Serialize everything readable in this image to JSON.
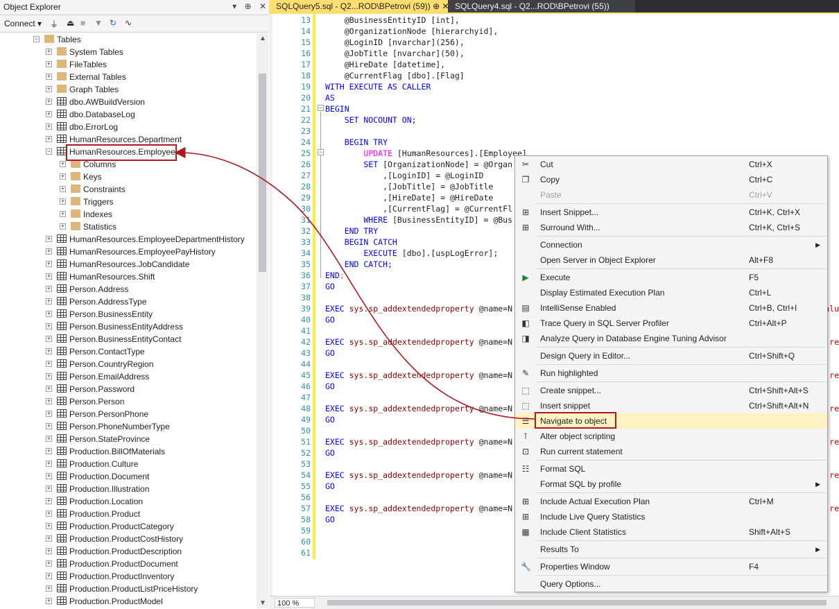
{
  "object_explorer": {
    "title": "Object Explorer",
    "title_buttons": [
      "▾",
      "⊕",
      "✕"
    ],
    "toolbar": {
      "connect_label": "Connect ▾"
    },
    "tree": [
      {
        "label": "Tables",
        "type": "folder",
        "level": 0,
        "state": "expanded"
      },
      {
        "label": "System Tables",
        "type": "folder",
        "level": 1,
        "state": "collapsed"
      },
      {
        "label": "FileTables",
        "type": "folder",
        "level": 1,
        "state": "collapsed"
      },
      {
        "label": "External Tables",
        "type": "folder",
        "level": 1,
        "state": "collapsed"
      },
      {
        "label": "Graph Tables",
        "type": "folder",
        "level": 1,
        "state": "collapsed"
      },
      {
        "label": "dbo.AWBuildVersion",
        "type": "table",
        "level": 1,
        "state": "collapsed"
      },
      {
        "label": "dbo.DatabaseLog",
        "type": "table",
        "level": 1,
        "state": "collapsed"
      },
      {
        "label": "dbo.ErrorLog",
        "type": "table",
        "level": 1,
        "state": "collapsed"
      },
      {
        "label": "HumanResources.Department",
        "type": "table",
        "level": 1,
        "state": "collapsed"
      },
      {
        "label": "HumanResources.Employee",
        "type": "table",
        "level": 1,
        "state": "expanded",
        "highlighted": true
      },
      {
        "label": "Columns",
        "type": "folder",
        "level": 2,
        "state": "collapsed"
      },
      {
        "label": "Keys",
        "type": "folder",
        "level": 2,
        "state": "collapsed"
      },
      {
        "label": "Constraints",
        "type": "folder",
        "level": 2,
        "state": "collapsed"
      },
      {
        "label": "Triggers",
        "type": "folder",
        "level": 2,
        "state": "collapsed"
      },
      {
        "label": "Indexes",
        "type": "folder",
        "level": 2,
        "state": "collapsed"
      },
      {
        "label": "Statistics",
        "type": "folder",
        "level": 2,
        "state": "collapsed"
      },
      {
        "label": "HumanResources.EmployeeDepartmentHistory",
        "type": "table",
        "level": 1,
        "state": "collapsed"
      },
      {
        "label": "HumanResources.EmployeePayHistory",
        "type": "table",
        "level": 1,
        "state": "collapsed"
      },
      {
        "label": "HumanResources.JobCandidate",
        "type": "table",
        "level": 1,
        "state": "collapsed"
      },
      {
        "label": "HumanResources.Shift",
        "type": "table",
        "level": 1,
        "state": "collapsed"
      },
      {
        "label": "Person.Address",
        "type": "table",
        "level": 1,
        "state": "collapsed"
      },
      {
        "label": "Person.AddressType",
        "type": "table",
        "level": 1,
        "state": "collapsed"
      },
      {
        "label": "Person.BusinessEntity",
        "type": "table",
        "level": 1,
        "state": "collapsed"
      },
      {
        "label": "Person.BusinessEntityAddress",
        "type": "table",
        "level": 1,
        "state": "collapsed"
      },
      {
        "label": "Person.BusinessEntityContact",
        "type": "table",
        "level": 1,
        "state": "collapsed"
      },
      {
        "label": "Person.ContactType",
        "type": "table",
        "level": 1,
        "state": "collapsed"
      },
      {
        "label": "Person.CountryRegion",
        "type": "table",
        "level": 1,
        "state": "collapsed"
      },
      {
        "label": "Person.EmailAddress",
        "type": "table",
        "level": 1,
        "state": "collapsed"
      },
      {
        "label": "Person.Password",
        "type": "table",
        "level": 1,
        "state": "collapsed"
      },
      {
        "label": "Person.Person",
        "type": "table",
        "level": 1,
        "state": "collapsed"
      },
      {
        "label": "Person.PersonPhone",
        "type": "table",
        "level": 1,
        "state": "collapsed"
      },
      {
        "label": "Person.PhoneNumberType",
        "type": "table",
        "level": 1,
        "state": "collapsed"
      },
      {
        "label": "Person.StateProvince",
        "type": "table",
        "level": 1,
        "state": "collapsed"
      },
      {
        "label": "Production.BillOfMaterials",
        "type": "table",
        "level": 1,
        "state": "collapsed"
      },
      {
        "label": "Production.Culture",
        "type": "table",
        "level": 1,
        "state": "collapsed"
      },
      {
        "label": "Production.Document",
        "type": "table",
        "level": 1,
        "state": "collapsed"
      },
      {
        "label": "Production.Illustration",
        "type": "table",
        "level": 1,
        "state": "collapsed"
      },
      {
        "label": "Production.Location",
        "type": "table",
        "level": 1,
        "state": "collapsed"
      },
      {
        "label": "Production.Product",
        "type": "table",
        "level": 1,
        "state": "collapsed"
      },
      {
        "label": "Production.ProductCategory",
        "type": "table",
        "level": 1,
        "state": "collapsed"
      },
      {
        "label": "Production.ProductCostHistory",
        "type": "table",
        "level": 1,
        "state": "collapsed"
      },
      {
        "label": "Production.ProductDescription",
        "type": "table",
        "level": 1,
        "state": "collapsed"
      },
      {
        "label": "Production.ProductDocument",
        "type": "table",
        "level": 1,
        "state": "collapsed"
      },
      {
        "label": "Production.ProductInventory",
        "type": "table",
        "level": 1,
        "state": "collapsed"
      },
      {
        "label": "Production.ProductListPriceHistory",
        "type": "table",
        "level": 1,
        "state": "collapsed"
      },
      {
        "label": "Production.ProductModel",
        "type": "table",
        "level": 1,
        "state": "collapsed"
      }
    ]
  },
  "editor": {
    "tabs": [
      {
        "label": "SQLQuery5.sql - Q2...ROD\\BPetrovi (59))  ⊕  ✕",
        "active": true
      },
      {
        "label": "SQLQuery4.sql - Q2...ROD\\BPetrovi (55))",
        "active": false
      }
    ],
    "zoom": "100 %",
    "lines": [
      {
        "n": "13",
        "tokens": [
          {
            "t": "    @BusinessEntityID [int],",
            "c": "tx"
          }
        ]
      },
      {
        "n": "14",
        "tokens": [
          {
            "t": "    @OrganizationNode [hierarchyid],",
            "c": "tx"
          }
        ]
      },
      {
        "n": "15",
        "tokens": [
          {
            "t": "    @LoginID [nvarchar](256),",
            "c": "tx"
          }
        ]
      },
      {
        "n": "16",
        "tokens": [
          {
            "t": "    @JobTitle [nvarchar](50),",
            "c": "tx"
          }
        ]
      },
      {
        "n": "17",
        "tokens": [
          {
            "t": "    @HireDate [datetime],",
            "c": "tx"
          }
        ]
      },
      {
        "n": "18",
        "tokens": [
          {
            "t": "    @CurrentFlag [dbo].[Flag]",
            "c": "tx"
          }
        ]
      },
      {
        "n": "19",
        "tokens": [
          {
            "t": "WITH EXECUTE AS CALLER",
            "c": "kw"
          }
        ]
      },
      {
        "n": "20",
        "tokens": [
          {
            "t": "AS",
            "c": "kw"
          }
        ]
      },
      {
        "n": "21",
        "tokens": [
          {
            "t": "BEGIN",
            "c": "kw"
          }
        ]
      },
      {
        "n": "22",
        "tokens": [
          {
            "t": "    SET NOCOUNT ON;",
            "c": "kw"
          }
        ]
      },
      {
        "n": "23",
        "tokens": []
      },
      {
        "n": "24",
        "tokens": [
          {
            "t": "    BEGIN TRY",
            "c": "kw"
          }
        ]
      },
      {
        "n": "25",
        "tokens": [
          {
            "t": "        ",
            "c": "tx"
          },
          {
            "t": "UPDATE",
            "c": "pk"
          },
          {
            "t": " [HumanResources].[Employee]",
            "c": "tx"
          }
        ]
      },
      {
        "n": "26",
        "tokens": [
          {
            "t": "        SET",
            "c": "kw"
          },
          {
            "t": " [OrganizationNode] = @Organ",
            "c": "tx"
          }
        ]
      },
      {
        "n": "27",
        "tokens": [
          {
            "t": "            ,[LoginID] = @LoginID",
            "c": "tx"
          }
        ]
      },
      {
        "n": "28",
        "tokens": [
          {
            "t": "            ,[JobTitle] = @JobTitle",
            "c": "tx"
          }
        ]
      },
      {
        "n": "29",
        "tokens": [
          {
            "t": "            ,[HireDate] = @HireDate",
            "c": "tx"
          }
        ]
      },
      {
        "n": "30",
        "tokens": [
          {
            "t": "            ,[CurrentFlag] = @CurrentFl",
            "c": "tx"
          }
        ]
      },
      {
        "n": "31",
        "tokens": [
          {
            "t": "        WHERE",
            "c": "kw"
          },
          {
            "t": " [BusinessEntityID] = @Bus",
            "c": "tx"
          }
        ]
      },
      {
        "n": "32",
        "tokens": [
          {
            "t": "    END TRY",
            "c": "kw"
          }
        ]
      },
      {
        "n": "33",
        "tokens": [
          {
            "t": "    BEGIN CATCH",
            "c": "kw"
          }
        ]
      },
      {
        "n": "34",
        "tokens": [
          {
            "t": "        EXECUTE",
            "c": "kw"
          },
          {
            "t": " [dbo].[uspLogError];",
            "c": "tx"
          }
        ]
      },
      {
        "n": "35",
        "tokens": [
          {
            "t": "    END CATCH;",
            "c": "kw"
          }
        ]
      },
      {
        "n": "36",
        "tokens": [
          {
            "t": "END",
            "c": "kw"
          },
          {
            "t": ";",
            "c": "gr"
          }
        ]
      },
      {
        "n": "37",
        "tokens": [
          {
            "t": "GO",
            "c": "kw"
          }
        ]
      },
      {
        "n": "38",
        "tokens": []
      },
      {
        "n": "39",
        "tokens": [
          {
            "t": "EXEC",
            "c": "kw"
          },
          {
            "t": " sys.sp_addextendedproperty",
            "c": "sp"
          },
          {
            "t": " @name=N",
            "c": "tx"
          }
        ],
        "tail": "alu"
      },
      {
        "n": "40",
        "tokens": [
          {
            "t": "GO",
            "c": "kw"
          }
        ]
      },
      {
        "n": "41",
        "tokens": []
      },
      {
        "n": "42",
        "tokens": [
          {
            "t": "EXEC",
            "c": "kw"
          },
          {
            "t": " sys.sp_addextendedproperty",
            "c": "sp"
          },
          {
            "t": " @name=N",
            "c": "tx"
          }
        ],
        "tail": "re"
      },
      {
        "n": "43",
        "tokens": [
          {
            "t": "GO",
            "c": "kw"
          }
        ]
      },
      {
        "n": "44",
        "tokens": []
      },
      {
        "n": "45",
        "tokens": [
          {
            "t": "EXEC",
            "c": "kw"
          },
          {
            "t": " sys.sp_addextendedproperty",
            "c": "sp"
          },
          {
            "t": " @name=N",
            "c": "tx"
          }
        ],
        "tail": "re"
      },
      {
        "n": "46",
        "tokens": [
          {
            "t": "GO",
            "c": "kw"
          }
        ]
      },
      {
        "n": "47",
        "tokens": []
      },
      {
        "n": "48",
        "tokens": [
          {
            "t": "EXEC",
            "c": "kw"
          },
          {
            "t": " sys.sp_addextendedproperty",
            "c": "sp"
          },
          {
            "t": " @name=N",
            "c": "tx"
          }
        ],
        "tail": "re"
      },
      {
        "n": "49",
        "tokens": [
          {
            "t": "GO",
            "c": "kw"
          }
        ]
      },
      {
        "n": "50",
        "tokens": []
      },
      {
        "n": "51",
        "tokens": [
          {
            "t": "EXEC",
            "c": "kw"
          },
          {
            "t": " sys.sp_addextendedproperty",
            "c": "sp"
          },
          {
            "t": " @name=N",
            "c": "tx"
          }
        ],
        "tail": "re"
      },
      {
        "n": "52",
        "tokens": [
          {
            "t": "GO",
            "c": "kw"
          }
        ]
      },
      {
        "n": "53",
        "tokens": []
      },
      {
        "n": "54",
        "tokens": [
          {
            "t": "EXEC",
            "c": "kw"
          },
          {
            "t": " sys.sp_addextendedproperty",
            "c": "sp"
          },
          {
            "t": " @name=N",
            "c": "tx"
          }
        ],
        "tail": "re"
      },
      {
        "n": "55",
        "tokens": [
          {
            "t": "GO",
            "c": "kw"
          }
        ]
      },
      {
        "n": "56",
        "tokens": []
      },
      {
        "n": "57",
        "tokens": [
          {
            "t": "EXEC",
            "c": "kw"
          },
          {
            "t": " sys.sp_addextendedproperty",
            "c": "sp"
          },
          {
            "t": " @name=N",
            "c": "tx"
          }
        ],
        "tail": "re"
      },
      {
        "n": "58",
        "tokens": [
          {
            "t": "GO",
            "c": "kw"
          }
        ]
      },
      {
        "n": "59",
        "tokens": []
      },
      {
        "n": "60",
        "tokens": []
      },
      {
        "n": "61",
        "tokens": []
      }
    ]
  },
  "context_menu": {
    "items": [
      {
        "label": "Cut",
        "shortcut": "Ctrl+X",
        "icon": "✂",
        "name": "cut"
      },
      {
        "label": "Copy",
        "shortcut": "Ctrl+C",
        "icon": "❐",
        "name": "copy"
      },
      {
        "label": "Paste",
        "shortcut": "Ctrl+V",
        "icon": "",
        "name": "paste",
        "disabled": true
      },
      {
        "sep": true
      },
      {
        "label": "Insert Snippet...",
        "shortcut": "Ctrl+K, Ctrl+X",
        "icon": "⊞",
        "name": "insert-snippet"
      },
      {
        "label": "Surround With...",
        "shortcut": "Ctrl+K, Ctrl+S",
        "icon": "⊞",
        "name": "surround-with"
      },
      {
        "sep": true
      },
      {
        "label": "Connection",
        "shortcut": "",
        "icon": "",
        "name": "connection",
        "submenu": true
      },
      {
        "label": "Open Server in Object Explorer",
        "shortcut": "Alt+F8",
        "icon": "",
        "name": "open-server"
      },
      {
        "sep": true
      },
      {
        "label": "Execute",
        "shortcut": "F5",
        "icon": "▶",
        "name": "execute"
      },
      {
        "label": "Display Estimated Execution Plan",
        "shortcut": "Ctrl+L",
        "icon": "",
        "name": "estimated-plan"
      },
      {
        "label": "IntelliSense Enabled",
        "shortcut": "Ctrl+B, Ctrl+I",
        "icon": "▤",
        "name": "intellisense"
      },
      {
        "label": "Trace Query in SQL Server Profiler",
        "shortcut": "Ctrl+Alt+P",
        "icon": "◧",
        "name": "trace-query"
      },
      {
        "label": "Analyze Query in Database Engine Tuning Advisor",
        "shortcut": "",
        "icon": "◨",
        "name": "analyze-query"
      },
      {
        "sep": true
      },
      {
        "label": "Design Query in Editor...",
        "shortcut": "Ctrl+Shift+Q",
        "icon": "",
        "name": "design-query"
      },
      {
        "sep": true
      },
      {
        "label": "Run highlighted",
        "shortcut": "",
        "icon": "✎",
        "name": "run-highlighted"
      },
      {
        "sep": true
      },
      {
        "label": "Create snippet...",
        "shortcut": "Ctrl+Shift+Alt+S",
        "icon": "⬚",
        "name": "create-snippet"
      },
      {
        "label": "Insert snippet",
        "shortcut": "Ctrl+Shift+Alt+N",
        "icon": "⬚",
        "name": "insert-snippet-2"
      },
      {
        "label": "Navigate to object",
        "shortcut": "",
        "icon": "☰",
        "name": "navigate-to-object",
        "hover": true
      },
      {
        "label": "Alter object scripting",
        "shortcut": "",
        "icon": "⊺",
        "name": "alter-object"
      },
      {
        "label": "Run current statement",
        "shortcut": "",
        "icon": "⊡",
        "name": "run-current"
      },
      {
        "sep": true
      },
      {
        "label": "Format SQL",
        "shortcut": "",
        "icon": "☷",
        "name": "format-sql"
      },
      {
        "label": "Format SQL by profile",
        "shortcut": "",
        "icon": "",
        "name": "format-sql-profile",
        "submenu": true
      },
      {
        "sep": true
      },
      {
        "label": "Include Actual Execution Plan",
        "shortcut": "Ctrl+M",
        "icon": "⊞",
        "name": "actual-plan"
      },
      {
        "label": "Include Live Query Statistics",
        "shortcut": "",
        "icon": "⊞",
        "name": "live-stats"
      },
      {
        "label": "Include Client Statistics",
        "shortcut": "Shift+Alt+S",
        "icon": "▦",
        "name": "client-stats"
      },
      {
        "sep": true
      },
      {
        "label": "Results To",
        "shortcut": "",
        "icon": "",
        "name": "results-to",
        "submenu": true
      },
      {
        "sep": true
      },
      {
        "label": "Properties Window",
        "shortcut": "F4",
        "icon": "🔧",
        "name": "properties-window"
      },
      {
        "sep": true
      },
      {
        "label": "Query Options...",
        "shortcut": "",
        "icon": "",
        "name": "query-options"
      }
    ]
  },
  "colors": {
    "highlight": "#b0181e",
    "tab_active": "#ffdf71",
    "menu_hover": "#fff3c4"
  }
}
